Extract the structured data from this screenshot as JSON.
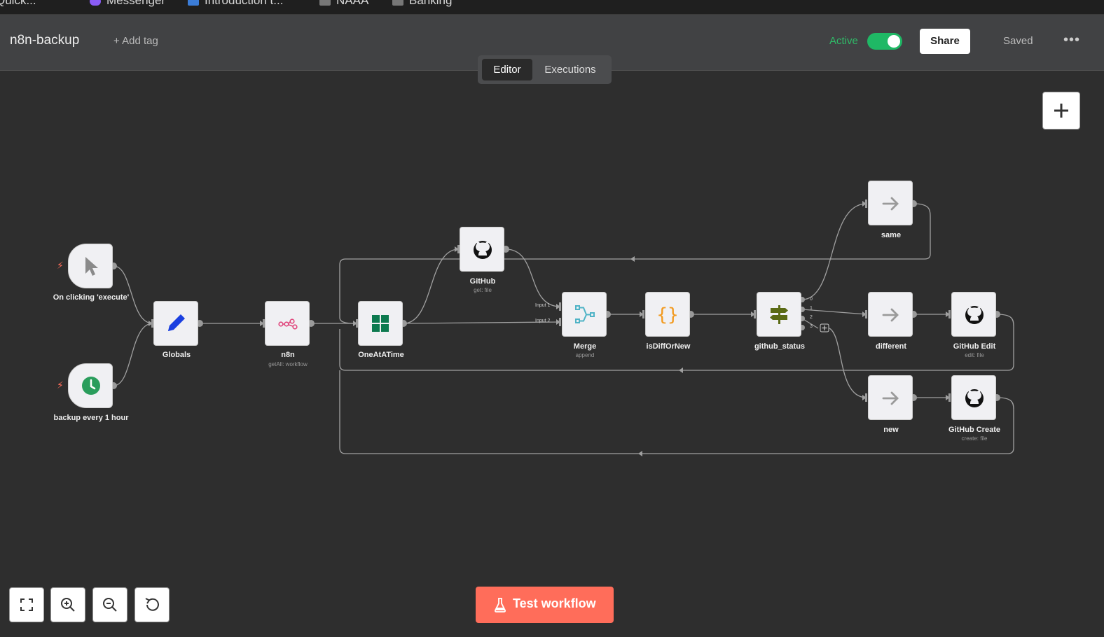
{
  "bookmarks": [
    {
      "label": "Quick...",
      "icon": "bookmark-icon"
    },
    {
      "label": "Messenger",
      "icon": "messenger-icon"
    },
    {
      "label": "Introduction t...",
      "icon": "doc-icon"
    },
    {
      "label": "NAAA",
      "icon": "folder-icon"
    },
    {
      "label": "Banking",
      "icon": "folder-icon"
    }
  ],
  "header": {
    "title": "n8n-backup",
    "add_tag": "+ Add tag",
    "active_label": "Active",
    "active": true,
    "share": "Share",
    "saved": "Saved",
    "more": "•••"
  },
  "tabs": [
    {
      "label": "Editor",
      "selected": true
    },
    {
      "label": "Executions",
      "selected": false
    }
  ],
  "nodes": {
    "trigger_manual": {
      "label": "On clicking 'execute'",
      "icon": "cursor-icon"
    },
    "trigger_schedule": {
      "label": "backup every 1 hour",
      "icon": "clock-icon"
    },
    "globals": {
      "label": "Globals",
      "icon": "pencil-icon"
    },
    "n8n": {
      "label": "n8n",
      "sub": "getAll: workflow",
      "icon": "n8n-icon"
    },
    "oneatatime": {
      "label": "OneAtATime",
      "icon": "grid-icon"
    },
    "github": {
      "label": "GitHub",
      "sub": "get: file",
      "icon": "github-icon"
    },
    "merge": {
      "label": "Merge",
      "sub": "append",
      "icon": "merge-icon",
      "inputs": [
        "Input 1",
        "Input 2"
      ]
    },
    "isdiff": {
      "label": "isDiffOrNew",
      "icon": "braces-icon"
    },
    "github_status": {
      "label": "github_status",
      "icon": "signpost-icon",
      "outputs": [
        "0",
        "1",
        "2",
        "3"
      ]
    },
    "same": {
      "label": "same",
      "icon": "arrow-right-icon"
    },
    "different": {
      "label": "different",
      "icon": "arrow-right-icon"
    },
    "new": {
      "label": "new",
      "icon": "arrow-right-icon"
    },
    "github_edit": {
      "label": "GitHub Edit",
      "sub": "edit: file",
      "icon": "github-icon"
    },
    "github_create": {
      "label": "GitHub Create",
      "sub": "create: file",
      "icon": "github-icon"
    }
  },
  "controls": {
    "test_workflow": "Test workflow",
    "fit": "fit-view-icon",
    "zoom_in": "zoom-in-icon",
    "zoom_out": "zoom-out-icon",
    "reset": "reset-zoom-icon"
  },
  "colors": {
    "canvas": "#2e2e2e",
    "accent": "#ff6d5a",
    "active": "#1fb865"
  }
}
